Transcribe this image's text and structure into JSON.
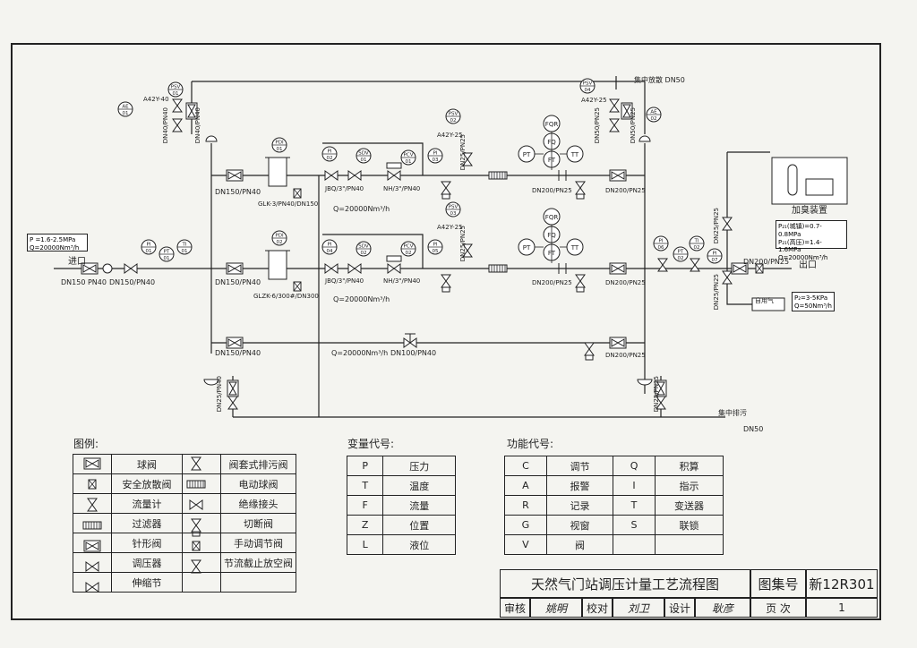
{
  "drawing": {
    "title": "天然气门站调压计量工艺流程图",
    "atlas_label": "图集号",
    "atlas_no": "新12R301",
    "page_label": "页 次",
    "page_no": "1",
    "signoff": [
      {
        "role": "审核",
        "signature": "姚明"
      },
      {
        "role": "校对",
        "signature": "刘卫"
      },
      {
        "role": "设计",
        "signature": "耿彦"
      }
    ]
  },
  "inlet": {
    "pressure_box": [
      "P =1.6-2.5MPa",
      "Q=20000Nm³/h"
    ],
    "label": "进口",
    "pipe_labels": [
      "DN150 PN40",
      "DN150/PN40"
    ]
  },
  "outlet": {
    "label": "出口",
    "pipe_label": "DN200/PN25",
    "odorizer": "加臭装置",
    "outlet_box": [
      "P₂₁(城镇)=0.7-0.8MPa",
      "P₂₁(高压)=1.4-1.6MPa",
      "Q=20000Nm³/h"
    ],
    "gas_label": "自用气",
    "gas_box": [
      "P₂=3-5KPa",
      "Q=50Nm³/h"
    ]
  },
  "pipes": {
    "top_vent": "集中放散 DN50",
    "bottom_drain": "集中排污",
    "bottom_drain_dn": "DN50",
    "line1": [
      "DN150/PN40",
      "GLK-3/PN40/DN150",
      "JBQ/3\"/PN40",
      "NH/3\"/PN40",
      "Q=20000Nm³/h",
      "DN200/PN25",
      "DN200/PN25"
    ],
    "line2": [
      "DN150/PN40",
      "GLZK-6/300#/DN300",
      "JBQ/3\"/PN40",
      "NH/3\"/PN40",
      "Q=20000Nm³/h",
      "DN200/PN25",
      "DN200/PN25"
    ],
    "bypass": [
      "DN150/PN40",
      "Q=20000Nm³/h",
      "DN100/PN40",
      "DN200/PN25"
    ],
    "safety_valves": [
      "A42Y-40",
      "A42Y-25",
      "A42Y-25",
      "A42Y-25"
    ],
    "vertical": [
      "DN40/PN40",
      "DN40/PN40",
      "DN50/PN25",
      "DN50/PN25",
      "DN25/PN40",
      "DN25/PN25",
      "DN25/PN25",
      "DN25/PN25",
      "DN25/PN25",
      "DN25/PN25"
    ]
  },
  "instruments": [
    {
      "top": "AE",
      "bot": "01"
    },
    {
      "top": "AE",
      "bot": "02"
    },
    {
      "top": "PI",
      "bot": "01"
    },
    {
      "top": "PT",
      "bot": "01"
    },
    {
      "top": "TI",
      "bot": "01"
    },
    {
      "top": "PDI",
      "bot": "01"
    },
    {
      "top": "PI",
      "bot": "02"
    },
    {
      "top": "SDV",
      "bot": "01"
    },
    {
      "top": "PCV",
      "bot": "01"
    },
    {
      "top": "PI",
      "bot": "03"
    },
    {
      "top": "PSV",
      "bot": "02"
    },
    {
      "top": "PDI",
      "bot": "02"
    },
    {
      "top": "PI",
      "bot": "04"
    },
    {
      "top": "SDV",
      "bot": "02"
    },
    {
      "top": "PCV",
      "bot": "02"
    },
    {
      "top": "PI",
      "bot": "05"
    },
    {
      "top": "PSV",
      "bot": "03"
    },
    {
      "top": "PSV",
      "bot": "01"
    },
    {
      "top": "PSV",
      "bot": "04"
    },
    {
      "top": "PI",
      "bot": "06"
    },
    {
      "top": "PT",
      "bot": "02"
    },
    {
      "top": "TI",
      "bot": "02"
    },
    {
      "top": "PI",
      "bot": "07"
    }
  ],
  "meters": [
    "FQR",
    "FQ",
    "PT",
    "FT",
    "TT"
  ],
  "legend": {
    "title": "图例:",
    "rows": [
      [
        "球阀",
        "阀套式排污阀"
      ],
      [
        "安全放散阀",
        "电动球阀"
      ],
      [
        "流量计",
        "绝缘接头"
      ],
      [
        "过滤器",
        "切断阀"
      ],
      [
        "针形阀",
        "手动调节阀"
      ],
      [
        "调压器",
        "节流截止放空阀"
      ],
      [
        "伸缩节",
        ""
      ]
    ]
  },
  "variables": {
    "title": "变量代号:",
    "rows": [
      [
        "P",
        "压力"
      ],
      [
        "T",
        "温度"
      ],
      [
        "F",
        "流量"
      ],
      [
        "Z",
        "位置"
      ],
      [
        "L",
        "液位"
      ]
    ]
  },
  "functions": {
    "title": "功能代号:",
    "rows": [
      [
        "C",
        "调节",
        "Q",
        "积算"
      ],
      [
        "A",
        "报警",
        "I",
        "指示"
      ],
      [
        "R",
        "记录",
        "T",
        "变送器"
      ],
      [
        "G",
        "视窗",
        "S",
        "联锁"
      ],
      [
        "V",
        "阀",
        "",
        ""
      ]
    ]
  }
}
